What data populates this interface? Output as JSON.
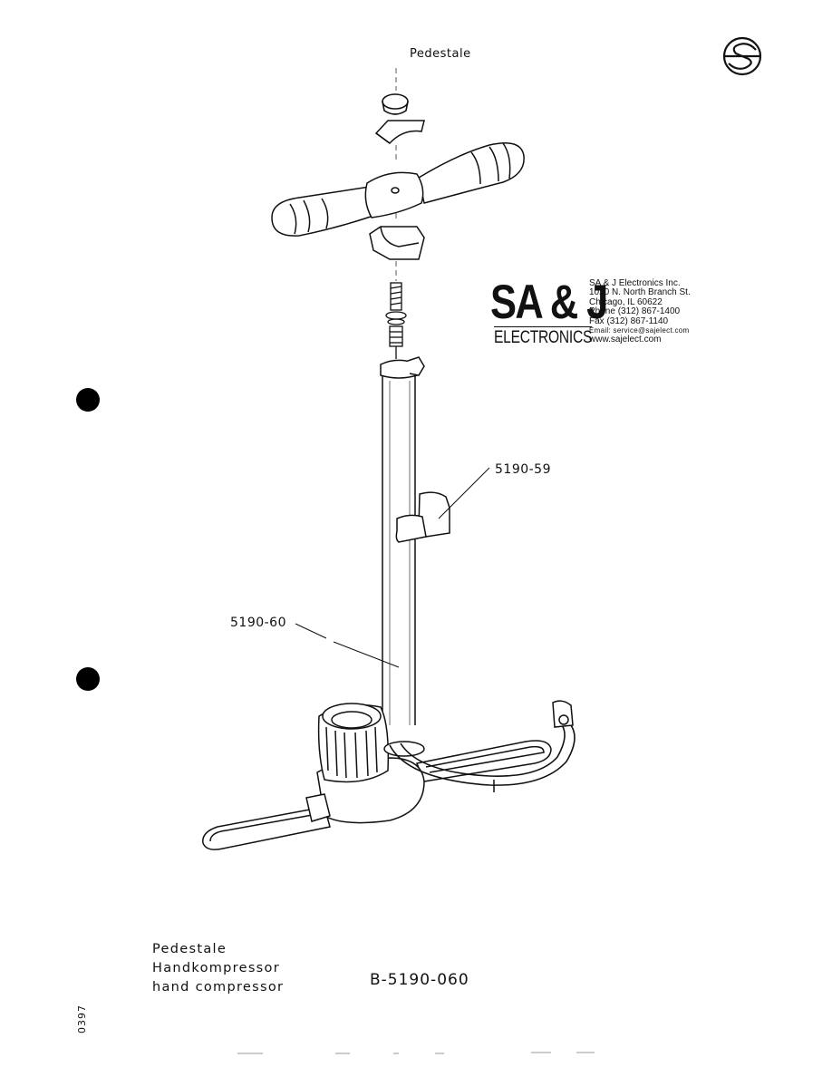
{
  "header": {
    "title": "Pedestale"
  },
  "callouts": {
    "rod_clip": "5190-59",
    "pump_tube": "5190-60"
  },
  "logo": {
    "wordmark": "SA & J",
    "subtitle": "ELECTRONICS",
    "contact": [
      "SA & J Electronics Inc.",
      "1020 N. North Branch St.",
      "Chicago, IL 60622",
      "Phone (312) 867-1400",
      "Fax (312) 867-1140",
      "Email: service@sajelect.com",
      "www.sajelect.com"
    ]
  },
  "caption": {
    "lines": [
      "Pedestale",
      "Handkompressor",
      "hand compressor"
    ],
    "part_number": "B-5190-060"
  },
  "footer": {
    "date_code": "0397"
  }
}
